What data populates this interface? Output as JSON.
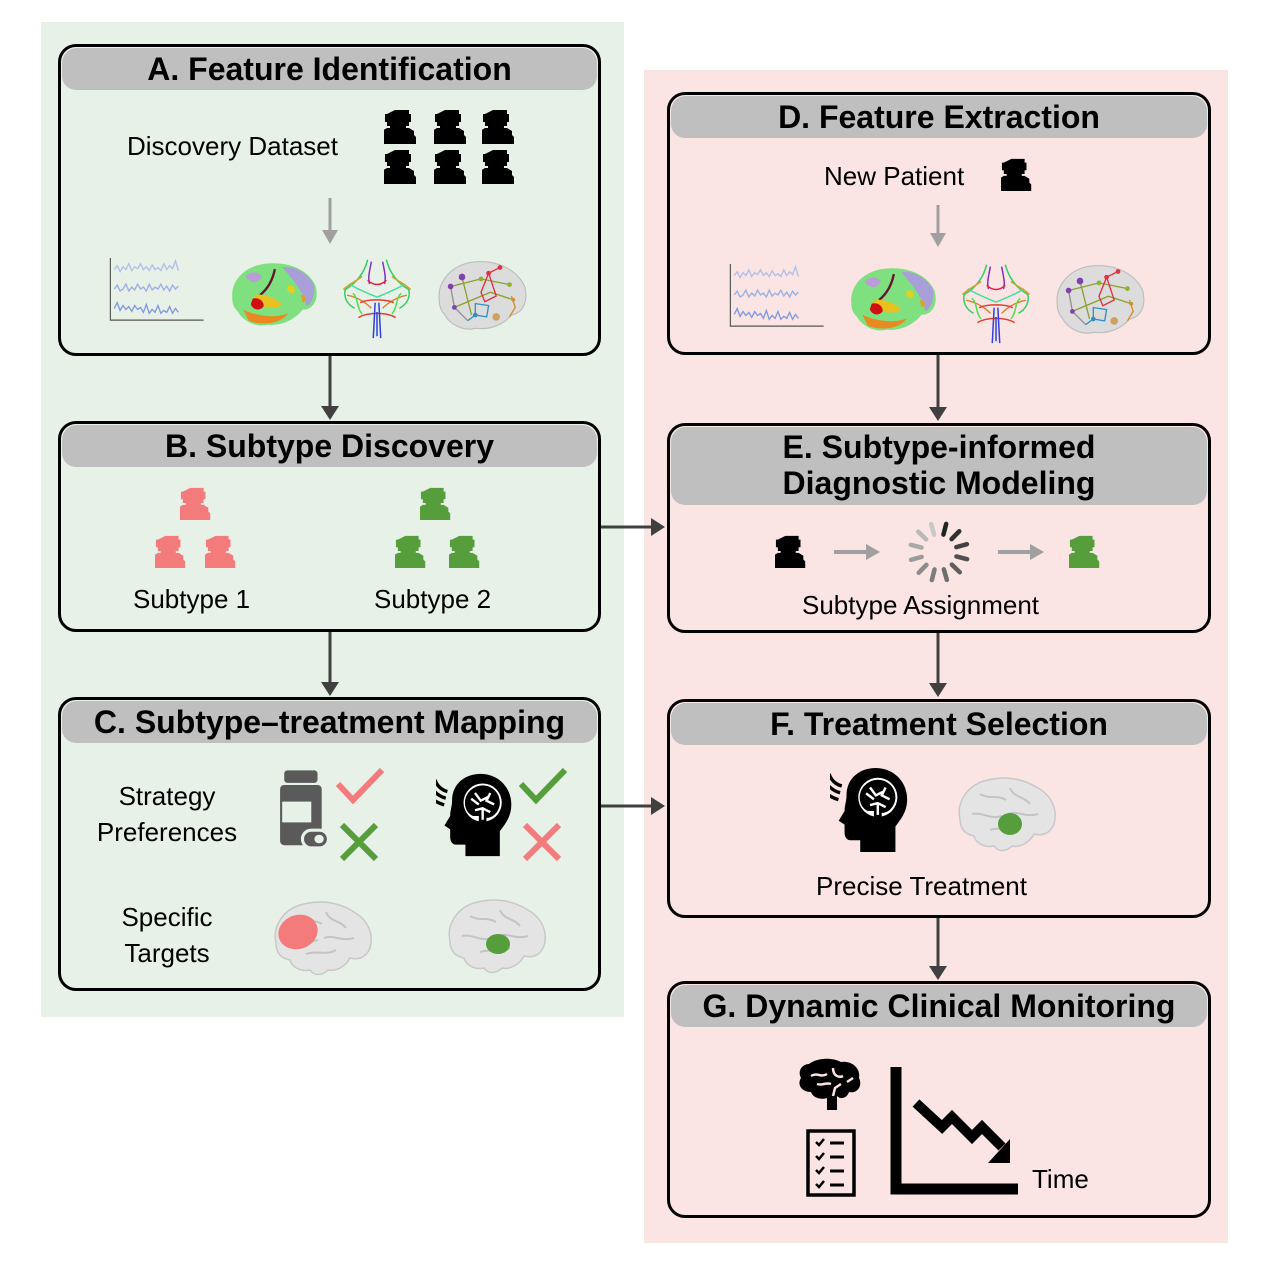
{
  "regions": {
    "discovery_color": "#e8f1e8",
    "clinical_color": "#fbe4e4"
  },
  "colors": {
    "subtype1": "#f47b7b",
    "subtype2": "#559e3b",
    "header_gray": "#bfbfbf",
    "arrow_dark": "#404040",
    "arrow_light": "#a0a0a0",
    "icon_gray": "#5a5a5a"
  },
  "panels": {
    "A": {
      "title": "A. Feature Identification",
      "dataset_label": "Discovery Dataset",
      "icons": [
        "eeg-signal",
        "cortical-surface-map",
        "dti-tractography",
        "brain-network"
      ]
    },
    "B": {
      "title": "B. Subtype Discovery",
      "subtype1_label": "Subtype 1",
      "subtype2_label": "Subtype 2"
    },
    "C": {
      "title": "C. Subtype–treatment Mapping",
      "strategy_label_1": "Strategy",
      "strategy_label_2": "Preferences",
      "targets_label_1": "Specific",
      "targets_label_2": "Targets"
    },
    "D": {
      "title": "D. Feature Extraction",
      "patient_label": "New Patient"
    },
    "E": {
      "title_line1": "E. Subtype-informed",
      "title_line2": "Diagnostic Modeling",
      "assignment_label": "Subtype Assignment"
    },
    "F": {
      "title": "F. Treatment Selection",
      "treatment_label": "Precise Treatment"
    },
    "G": {
      "title": "G. Dynamic Clinical Monitoring",
      "time_label": "Time"
    }
  }
}
